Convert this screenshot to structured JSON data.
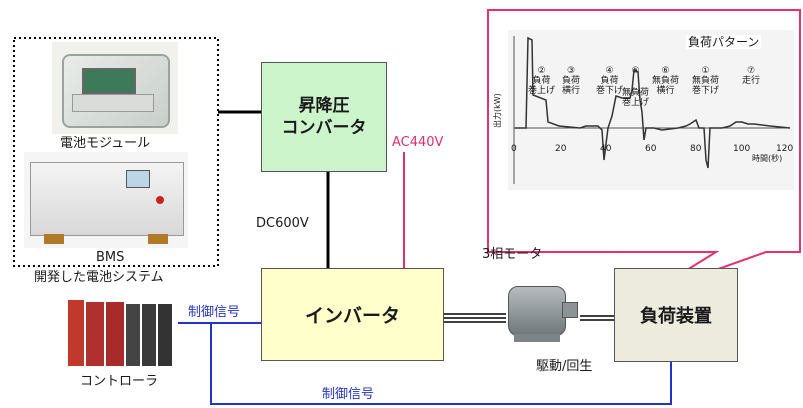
{
  "battery_system": {
    "module_label": "電池モジュール",
    "bms_label": "BMS",
    "system_label": "開発した電池システム"
  },
  "converter": {
    "line1": "昇降圧",
    "line2": "コンバータ"
  },
  "inverter": {
    "label": "インバータ"
  },
  "load_device": {
    "label": "負荷装置"
  },
  "voltages": {
    "ac": "AC440V",
    "dc": "DC600V"
  },
  "motor": {
    "label": "3相モータ",
    "mode_label": "駆動/回生"
  },
  "controller": {
    "label": "コントローラ"
  },
  "signals": {
    "upper": "制御信号",
    "lower": "制御信号"
  },
  "load_pattern": {
    "title": "負荷パターン",
    "y_axis_label": "出力(kW)",
    "x_axis_label": "時間(秒)",
    "x_ticks": [
      "0",
      "20",
      "40",
      "60",
      "80",
      "100",
      "120"
    ],
    "phases": [
      {
        "num": "②",
        "label_1": "負荷",
        "label_2": "巻上げ"
      },
      {
        "num": "③",
        "label_1": "負荷",
        "label_2": "横行"
      },
      {
        "num": "④",
        "label_1": "負荷",
        "label_2": "巻下げ"
      },
      {
        "num": "⑤",
        "label_1": "無負荷",
        "label_2": "巻上げ"
      },
      {
        "num": "⑥",
        "label_1": "無負荷",
        "label_2": "横行"
      },
      {
        "num": "①",
        "label_1": "無負荷",
        "label_2": "巻下げ"
      },
      {
        "num": "⑦",
        "label_1": "走行",
        "label_2": ""
      }
    ]
  },
  "colors": {
    "ac_line": "#e0306a",
    "signal_line": "#2233cc",
    "converter_fill": "#ccf5cc",
    "inverter_fill": "#ffffcc",
    "load_fill": "#ecebdd",
    "callout_border": "#e8306a"
  }
}
